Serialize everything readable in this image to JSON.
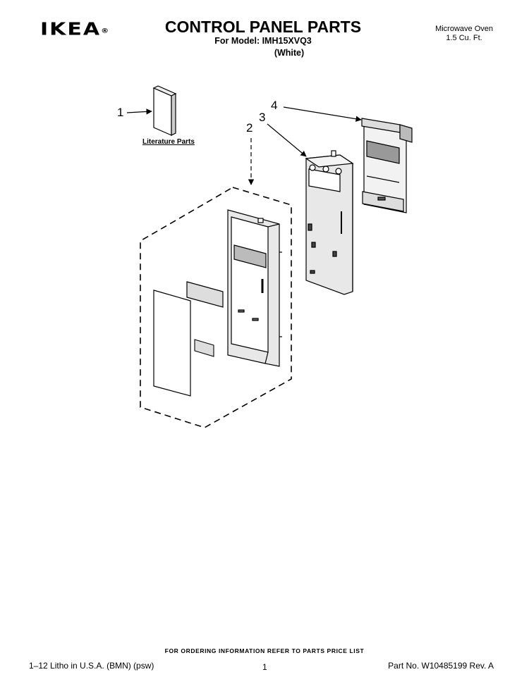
{
  "header": {
    "brand": "IKEA",
    "registered_mark": "®",
    "title": "CONTROL PANEL PARTS",
    "model_line": "For Model: IMH15XVQ3",
    "color_line": "(White)",
    "product_type": "Microwave Oven",
    "product_size": "1.5 Cu. Ft."
  },
  "diagram": {
    "callouts": [
      "1",
      "2",
      "3",
      "4"
    ],
    "literature_label": "Literature Parts"
  },
  "footer": {
    "ordering_note": "FOR ORDERING INFORMATION REFER TO PARTS PRICE LIST",
    "litho": "1–12 Litho in U.S.A. (BMN) (psw)",
    "page": "1",
    "part_no": "Part No. W10485199 Rev. A"
  }
}
